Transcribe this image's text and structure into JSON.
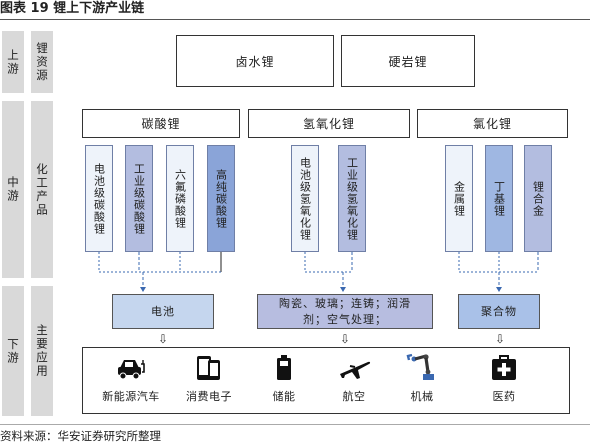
{
  "title": "图表 19  锂上下游产业链",
  "rows": {
    "upper": "上游",
    "middle": "中游",
    "lower": "下游"
  },
  "row_labels": {
    "upper": "锂资源",
    "middle": "化工产品",
    "lower": "主要应用"
  },
  "resources": {
    "brine": "卤水锂",
    "hard_rock": "硬岩锂"
  },
  "groups": {
    "carbonate": "碳酸锂",
    "hydroxide": "氢氧化锂",
    "chloride": "氯化锂"
  },
  "products": {
    "battery_carbonate": "电池级碳酸锂",
    "industrial_carbonate": "工业级碳酸锂",
    "lipf6": "六氟磷酸锂",
    "high_purity_carbonate": "高纯碳酸锂",
    "battery_hydroxide": "电池级氢氧化锂",
    "industrial_hydroxide": "工业级氢氧化锂",
    "metal_lithium": "金属锂",
    "butyl_lithium": "丁基锂",
    "lithium_alloy": "锂合金"
  },
  "uses": {
    "battery": "电池",
    "ceramics": "陶瓷、玻璃；连铸；润滑剂；空气处理；",
    "polymer": "聚合物"
  },
  "applications": {
    "nev": "新能源汽车",
    "consumer": "消费电子",
    "storage": "储能",
    "aerospace": "航空",
    "machinery": "机械",
    "medicine": "医药"
  },
  "arrow": "⇩",
  "source": "资料来源：华安证券研究所整理",
  "colors": {
    "band_gray": "#d9d9d9",
    "col_light": "#eef3fa",
    "col_purple": "#b3bde0",
    "col_blue": "#8aa4d8",
    "use_blue": "#c5d6ee"
  }
}
